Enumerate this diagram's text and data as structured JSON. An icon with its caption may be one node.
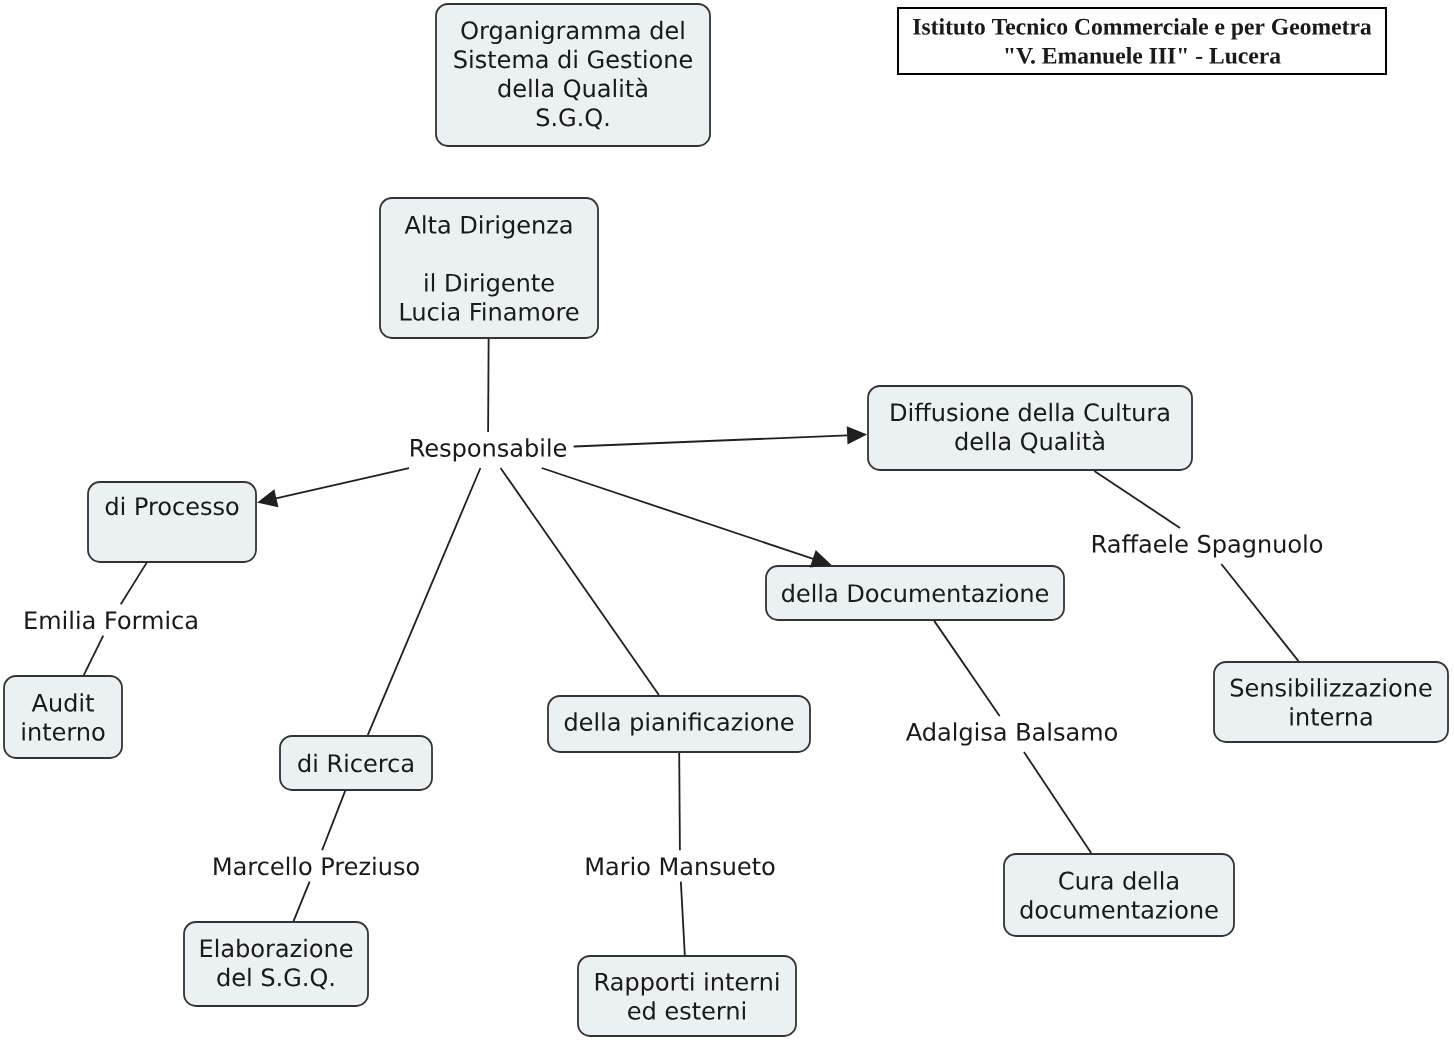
{
  "diagram": {
    "nodes": [
      {
        "text": [
          "Organigramma del Sistema di Gestione della Qualità",
          "S.G.Q."
        ]
      },
      {
        "text": [
          "Istituto Tecnico Commerciale e per Geometra \"V. Emanuele III\" - Lucera"
        ]
      },
      {
        "text": [
          "Alta Dirigenza",
          "il Dirigente Lucia Finamore"
        ]
      },
      {
        "text": [
          "Responsabile"
        ]
      },
      {
        "text": [
          "Diffusione della Cultura della Qualità"
        ]
      },
      {
        "text": [
          "di Processo"
        ]
      },
      {
        "text": [
          "della Documentazione"
        ]
      },
      {
        "text": [
          "Raffaele Spagnuolo"
        ]
      },
      {
        "text": [
          "Emilia Formica"
        ]
      },
      {
        "text": [
          "Sensibilizzazione interna"
        ]
      },
      {
        "text": [
          "Audit interno"
        ]
      },
      {
        "text": [
          "della pianificazione"
        ]
      },
      {
        "text": [
          "Adalgisa Balsamo"
        ]
      },
      {
        "text": [
          "di Ricerca"
        ]
      },
      {
        "text": [
          "Marcello Preziuso"
        ]
      },
      {
        "text": [
          "Mario Mansueto"
        ]
      },
      {
        "text": [
          "Cura della documentazione"
        ]
      },
      {
        "text": [
          "Elaborazione del S.G.Q."
        ]
      },
      {
        "text": [
          "Rapporti interni ed esterni"
        ]
      }
    ],
    "edges": [
      {
        "from": 2,
        "to": 3,
        "arrow": "none"
      },
      {
        "from": 3,
        "to": 4,
        "arrow": "to"
      },
      {
        "from": 3,
        "to": 5,
        "arrow": "to"
      },
      {
        "from": 3,
        "to": 6,
        "arrow": "to"
      },
      {
        "from": 3,
        "to": 13,
        "arrow": "none"
      },
      {
        "from": 3,
        "to": 11,
        "arrow": "none"
      },
      {
        "from": 4,
        "to": 7,
        "arrow": "none"
      },
      {
        "from": 7,
        "to": 9,
        "arrow": "none"
      },
      {
        "from": 5,
        "to": 8,
        "arrow": "none"
      },
      {
        "from": 8,
        "to": 10,
        "arrow": "none"
      },
      {
        "from": 6,
        "to": 12,
        "arrow": "none"
      },
      {
        "from": 12,
        "to": 16,
        "arrow": "none"
      },
      {
        "from": 13,
        "to": 14,
        "arrow": "none"
      },
      {
        "from": 14,
        "to": 17,
        "arrow": "none"
      },
      {
        "from": 11,
        "to": 15,
        "arrow": "none"
      },
      {
        "from": 15,
        "to": 18,
        "arrow": "none"
      }
    ]
  }
}
